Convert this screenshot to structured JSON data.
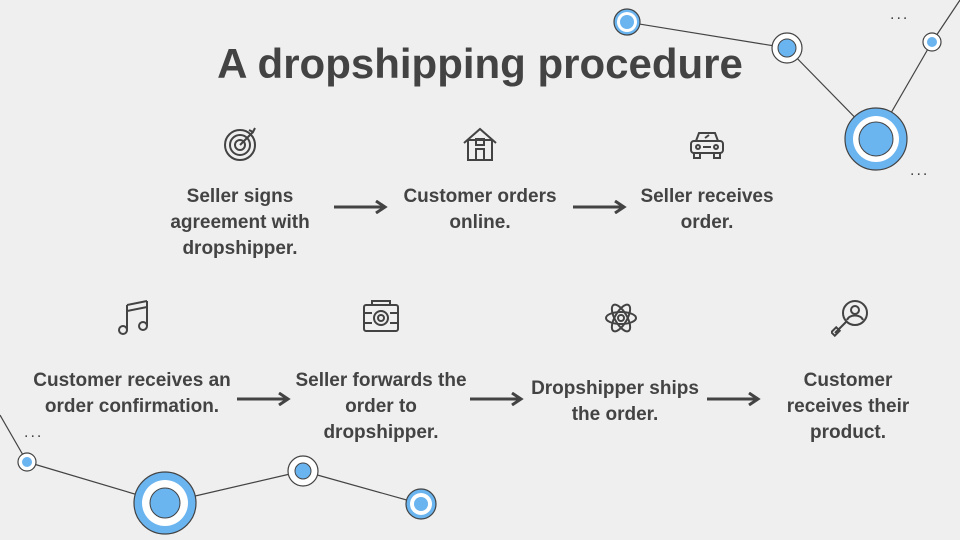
{
  "title": "A dropshipping procedure",
  "steps": [
    {
      "text": "Seller signs agreement with dropshipper.",
      "icon": "target-icon"
    },
    {
      "text": "Customer orders online.",
      "icon": "house-icon"
    },
    {
      "text": "Seller receives order.",
      "icon": "car-icon"
    },
    {
      "text": "Customer receives an order confirmation.",
      "icon": "music-note-icon"
    },
    {
      "text": "Seller forwards the order to dropshipper.",
      "icon": "camera-icon"
    },
    {
      "text": "Dropshipper ships the order.",
      "icon": "atom-icon"
    },
    {
      "text": "Customer receives their product.",
      "icon": "search-user-icon"
    }
  ],
  "ellipsis": "...",
  "colors": {
    "accent": "#6ab4f0",
    "text": "#434343",
    "background": "#efefef"
  }
}
